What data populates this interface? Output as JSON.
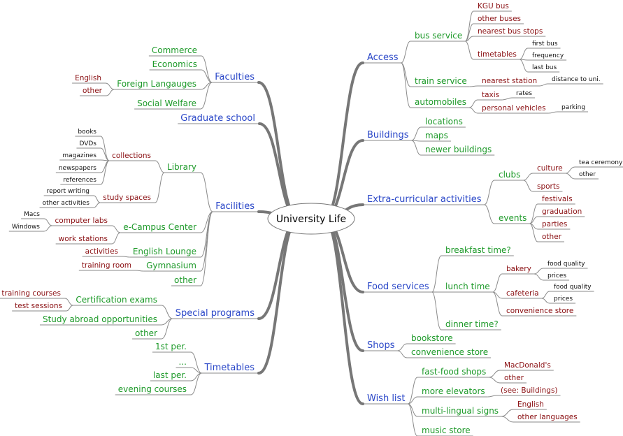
{
  "root": {
    "label": "University Life"
  },
  "colors": {
    "lvl1": "#2a47c8",
    "lvl2": "#1e9a2a",
    "lvl3": "#8a0f12",
    "lvl4": "#111111",
    "edge": "#8a8a8a"
  },
  "left": [
    {
      "label": "Faculties",
      "children": [
        {
          "label": "Commerce"
        },
        {
          "label": "Economics"
        },
        {
          "label": "Foreign Langauges",
          "children": [
            {
              "label": "English"
            },
            {
              "label": "other"
            }
          ]
        },
        {
          "label": "Social Welfare"
        }
      ]
    },
    {
      "label": "Graduate school"
    },
    {
      "label": "Facilities",
      "children": [
        {
          "label": "Library",
          "children": [
            {
              "label": "collections",
              "children": [
                {
                  "label": "books"
                },
                {
                  "label": "DVDs"
                },
                {
                  "label": "magazines"
                },
                {
                  "label": "newspapers"
                },
                {
                  "label": "references"
                }
              ]
            },
            {
              "label": "study spaces",
              "children": [
                {
                  "label": "report writing"
                },
                {
                  "label": "other activities"
                }
              ]
            }
          ]
        },
        {
          "label": "e-Campus Center",
          "children": [
            {
              "label": "computer labs",
              "children": [
                {
                  "label": "Macs"
                },
                {
                  "label": "Windows"
                }
              ]
            },
            {
              "label": "work stations"
            }
          ]
        },
        {
          "label": "English Lounge",
          "children": [
            {
              "label": "activities"
            }
          ]
        },
        {
          "label": "Gymnasium",
          "children": [
            {
              "label": "training room"
            }
          ]
        },
        {
          "label": "other"
        }
      ]
    },
    {
      "label": "Special programs",
      "children": [
        {
          "label": "Certification exams",
          "children": [
            {
              "label": "training courses"
            },
            {
              "label": "test sessions"
            }
          ]
        },
        {
          "label": "Study abroad opportunities"
        },
        {
          "label": "other"
        }
      ]
    },
    {
      "label": "Timetables",
      "children": [
        {
          "label": "1st per."
        },
        {
          "label": "..."
        },
        {
          "label": "last per."
        },
        {
          "label": "evening courses"
        }
      ]
    }
  ],
  "right": [
    {
      "label": "Access",
      "children": [
        {
          "label": "bus service",
          "children": [
            {
              "label": "KGU bus"
            },
            {
              "label": "other buses"
            },
            {
              "label": "nearest bus stops"
            },
            {
              "label": "timetables",
              "children": [
                {
                  "label": "first bus"
                },
                {
                  "label": "frequency"
                },
                {
                  "label": "last bus"
                }
              ]
            }
          ]
        },
        {
          "label": "train service",
          "children": [
            {
              "label": "nearest station",
              "children": [
                {
                  "label": "distance to uni."
                }
              ]
            }
          ]
        },
        {
          "label": "automobiles",
          "children": [
            {
              "label": "taxis",
              "children": [
                {
                  "label": "rates"
                }
              ]
            },
            {
              "label": "personal vehicles",
              "children": [
                {
                  "label": "parking"
                }
              ]
            }
          ]
        }
      ]
    },
    {
      "label": "Buildings",
      "children": [
        {
          "label": "locations"
        },
        {
          "label": "maps"
        },
        {
          "label": "newer buildings"
        }
      ]
    },
    {
      "label": "Extra-curricular activities",
      "children": [
        {
          "label": "clubs",
          "children": [
            {
              "label": "culture",
              "children": [
                {
                  "label": "tea ceremony"
                },
                {
                  "label": "other"
                }
              ]
            },
            {
              "label": "sports"
            }
          ]
        },
        {
          "label": "events",
          "children": [
            {
              "label": "festivals"
            },
            {
              "label": "graduation"
            },
            {
              "label": "parties"
            },
            {
              "label": "other"
            }
          ]
        }
      ]
    },
    {
      "label": "Food services",
      "children": [
        {
          "label": "breakfast time?"
        },
        {
          "label": "lunch time",
          "children": [
            {
              "label": "bakery",
              "children": [
                {
                  "label": "food quality"
                },
                {
                  "label": "prices"
                }
              ]
            },
            {
              "label": "cafeteria",
              "children": [
                {
                  "label": "food quality"
                },
                {
                  "label": "prices"
                }
              ]
            },
            {
              "label": "convenience store"
            }
          ]
        },
        {
          "label": "dinner time?"
        }
      ]
    },
    {
      "label": "Shops",
      "children": [
        {
          "label": "bookstore"
        },
        {
          "label": "convenience store"
        }
      ]
    },
    {
      "label": "Wish list",
      "children": [
        {
          "label": "fast-food shops",
          "children": [
            {
              "label": "MacDonald's"
            },
            {
              "label": "other"
            }
          ]
        },
        {
          "label": "more elevators",
          "children": [
            {
              "label": "(see: Buildings)"
            }
          ]
        },
        {
          "label": "multi-lingual signs",
          "children": [
            {
              "label": "English"
            },
            {
              "label": "other languages"
            }
          ]
        },
        {
          "label": "music store"
        }
      ]
    }
  ]
}
